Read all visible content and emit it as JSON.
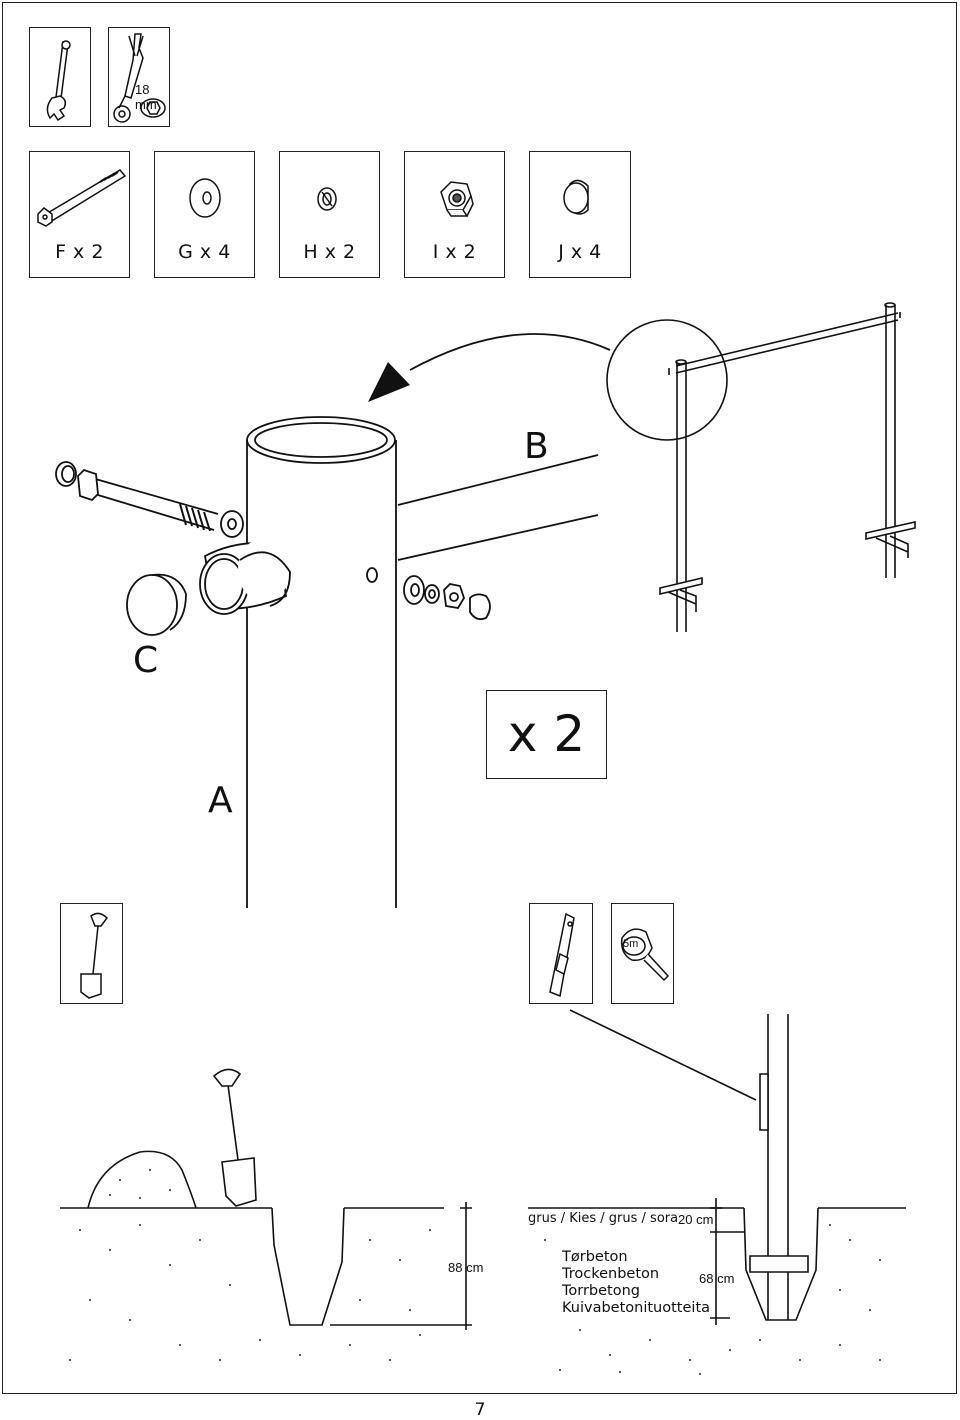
{
  "tools": {
    "spanner_size": "18 mm"
  },
  "parts": [
    {
      "id": "F",
      "qty_label": "F x 2",
      "icon": "bolt-icon"
    },
    {
      "id": "G",
      "qty_label": "G x 4",
      "icon": "washer-icon"
    },
    {
      "id": "H",
      "qty_label": "H x 2",
      "icon": "spring-washer-icon"
    },
    {
      "id": "I",
      "qty_label": "I x 2",
      "icon": "nut-icon"
    },
    {
      "id": "J",
      "qty_label": "J x 4",
      "icon": "cap-icon"
    }
  ],
  "assembly": {
    "label_a": "A",
    "label_b": "B",
    "label_c": "C",
    "multiplier": "x 2"
  },
  "install": {
    "depth_left": "88 cm",
    "gravel_label": "grus / Kies / grus / sora",
    "gravel_depth": "20 cm",
    "concrete_labels": [
      "Tørbeton",
      "Trockenbeton",
      "Torrbetong",
      "Kuivabetonituotteita"
    ],
    "depth_right": "68 cm",
    "tape_label": "5m"
  },
  "page_number": "7"
}
